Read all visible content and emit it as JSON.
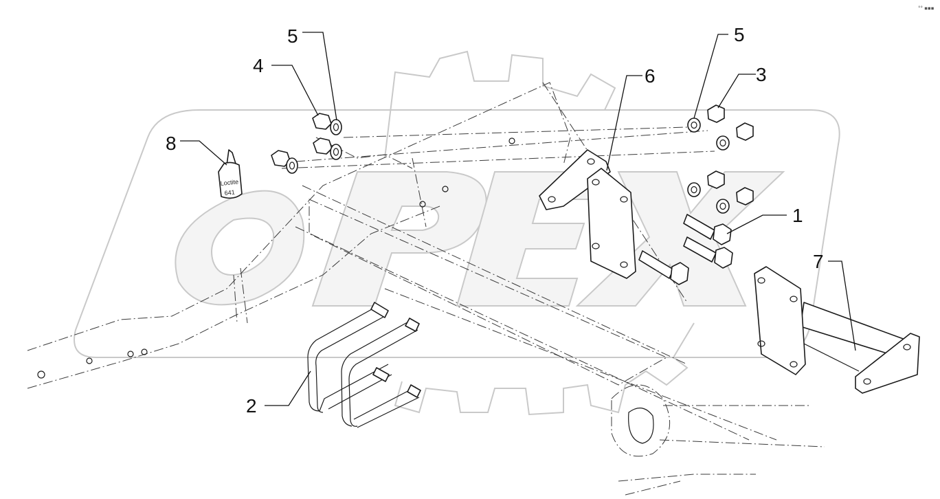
{
  "corner_mark": "°° ▪▪▪",
  "watermark": {
    "text": "OPEX",
    "color": "#c9c9c9"
  },
  "callouts": [
    {
      "id": "1",
      "text": "1"
    },
    {
      "id": "2",
      "text": "2"
    },
    {
      "id": "3",
      "text": "3"
    },
    {
      "id": "4",
      "text": "4"
    },
    {
      "id": "5a",
      "text": "5"
    },
    {
      "id": "5b",
      "text": "5"
    },
    {
      "id": "6",
      "text": "6"
    },
    {
      "id": "7",
      "text": "7"
    },
    {
      "id": "8",
      "text": "8"
    }
  ],
  "bottle_label": {
    "line1": "Loctite",
    "line2": "641"
  },
  "colors": {
    "line": "#1a1a1a",
    "watermark": "#c9c9c9",
    "background": "#ffffff"
  }
}
